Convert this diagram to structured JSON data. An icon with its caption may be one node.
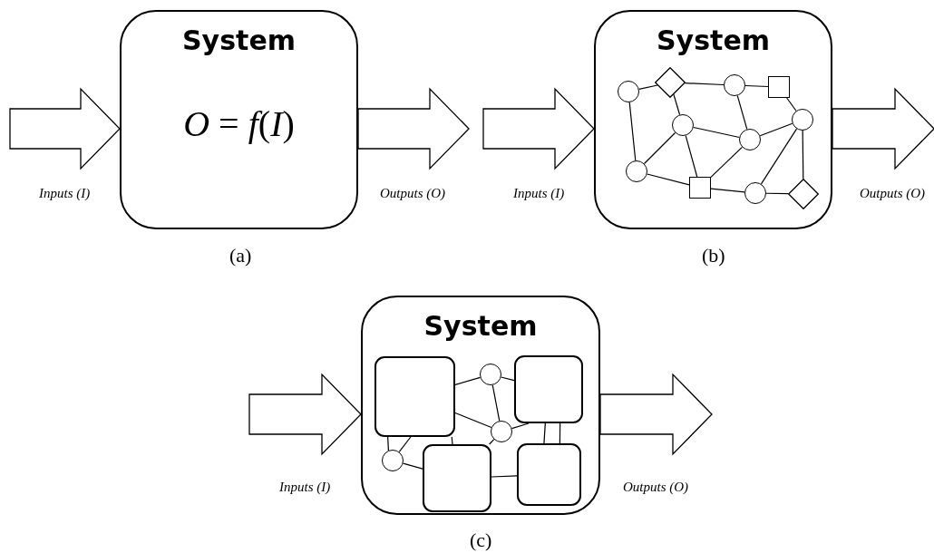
{
  "diagram": {
    "nodes": [
      {
        "text": [
          "System",
          "*O* = *f*(*I*)"
        ]
      },
      {
        "text": [
          "System"
        ]
      },
      {
        "text": [],
        "shape": "circle",
        "in": 1
      },
      {
        "text": [],
        "shape": "circle",
        "in": 1
      },
      {
        "text": [],
        "shape": "diamond",
        "in": 1
      },
      {
        "text": [],
        "shape": "circle",
        "in": 1
      },
      {
        "text": [],
        "shape": "square",
        "in": 1
      },
      {
        "text": [],
        "shape": "circle",
        "in": 1
      },
      {
        "text": [],
        "shape": "circle",
        "in": 1
      },
      {
        "text": [],
        "shape": "circle",
        "in": 1
      },
      {
        "text": [],
        "shape": "square",
        "in": 1
      },
      {
        "text": [],
        "shape": "circle",
        "in": 1
      },
      {
        "text": [],
        "shape": "diamond",
        "in": 1
      },
      {
        "text": [
          "System"
        ]
      },
      {
        "text": [],
        "shape": "box",
        "in": 13
      },
      {
        "text": [],
        "shape": "circle",
        "in": 13
      },
      {
        "text": [],
        "shape": "box",
        "in": 13
      },
      {
        "text": [],
        "shape": "circle",
        "in": 13
      },
      {
        "text": [],
        "shape": "circle",
        "in": 13
      },
      {
        "text": [],
        "shape": "box",
        "in": 13
      },
      {
        "text": [],
        "shape": "box",
        "in": 13
      }
    ],
    "edges": [
      {
        "from": null,
        "to": 0,
        "arrow": "to"
      },
      {
        "from": 0,
        "to": null,
        "arrow": "to"
      },
      {
        "from": null,
        "to": 1,
        "arrow": "to"
      },
      {
        "from": 1,
        "to": null,
        "arrow": "to"
      },
      {
        "from": 2,
        "to": 4,
        "arrow": "none"
      },
      {
        "from": 2,
        "to": 3,
        "arrow": "none"
      },
      {
        "from": 4,
        "to": 7,
        "arrow": "none"
      },
      {
        "from": 4,
        "to": 5,
        "arrow": "none"
      },
      {
        "from": 7,
        "to": 10,
        "arrow": "none"
      },
      {
        "from": 7,
        "to": 8,
        "arrow": "none"
      },
      {
        "from": 10,
        "to": 11,
        "arrow": "none"
      },
      {
        "from": 5,
        "to": 3,
        "arrow": "none"
      },
      {
        "from": 5,
        "to": 8,
        "arrow": "none"
      },
      {
        "from": 5,
        "to": 6,
        "arrow": "none"
      },
      {
        "from": 8,
        "to": 11,
        "arrow": "none"
      },
      {
        "from": 8,
        "to": 6,
        "arrow": "none"
      },
      {
        "from": 3,
        "to": 6,
        "arrow": "none"
      },
      {
        "from": 6,
        "to": 9,
        "arrow": "none"
      },
      {
        "from": 9,
        "to": 11,
        "arrow": "none"
      },
      {
        "from": 11,
        "to": 12,
        "arrow": "none"
      },
      {
        "from": 9,
        "to": 12,
        "arrow": "none"
      },
      {
        "from": null,
        "to": 13,
        "arrow": "to"
      },
      {
        "from": 13,
        "to": null,
        "arrow": "to"
      },
      {
        "from": 14,
        "to": 17,
        "arrow": "none"
      },
      {
        "from": 17,
        "to": 19,
        "arrow": "none"
      },
      {
        "from": 17,
        "to": 18,
        "arrow": "none"
      },
      {
        "from": 14,
        "to": 18,
        "arrow": "none"
      },
      {
        "from": 18,
        "to": 19,
        "arrow": "none"
      },
      {
        "from": 18,
        "to": 16,
        "arrow": "none"
      },
      {
        "from": 14,
        "to": 15,
        "arrow": "none"
      },
      {
        "from": 14,
        "to": 15,
        "arrow": "none"
      },
      {
        "from": 15,
        "to": 16,
        "arrow": "none"
      },
      {
        "from": 14,
        "to": 16,
        "arrow": "none"
      },
      {
        "from": 19,
        "to": 20,
        "arrow": "none"
      },
      {
        "from": 19,
        "to": 20,
        "arrow": "none"
      },
      {
        "from": 16,
        "to": 20,
        "arrow": "none"
      }
    ],
    "labels": [
      "Inputs (I)",
      "Outputs (O)",
      "(a)",
      "Inputs (I)",
      "Outputs (O)",
      "(b)",
      "Inputs (I)",
      "Outputs (O)",
      "(c)"
    ]
  }
}
